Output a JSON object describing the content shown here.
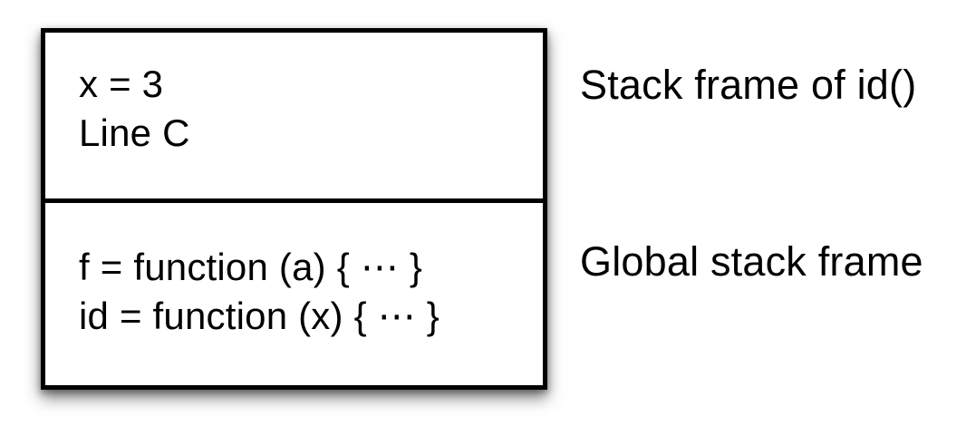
{
  "diagram": {
    "frames": [
      {
        "name": "stack-frame-id",
        "lines": [
          "x = 3",
          "Line C"
        ],
        "label": "Stack frame of id()"
      },
      {
        "name": "global-stack-frame",
        "lines": [
          "f = function (a) { ⋯ }",
          "id = function (x) { ⋯ }"
        ],
        "label": "Global stack frame"
      }
    ],
    "colors": {
      "border": "#000000",
      "background": "#ffffff",
      "text": "#000000"
    }
  }
}
